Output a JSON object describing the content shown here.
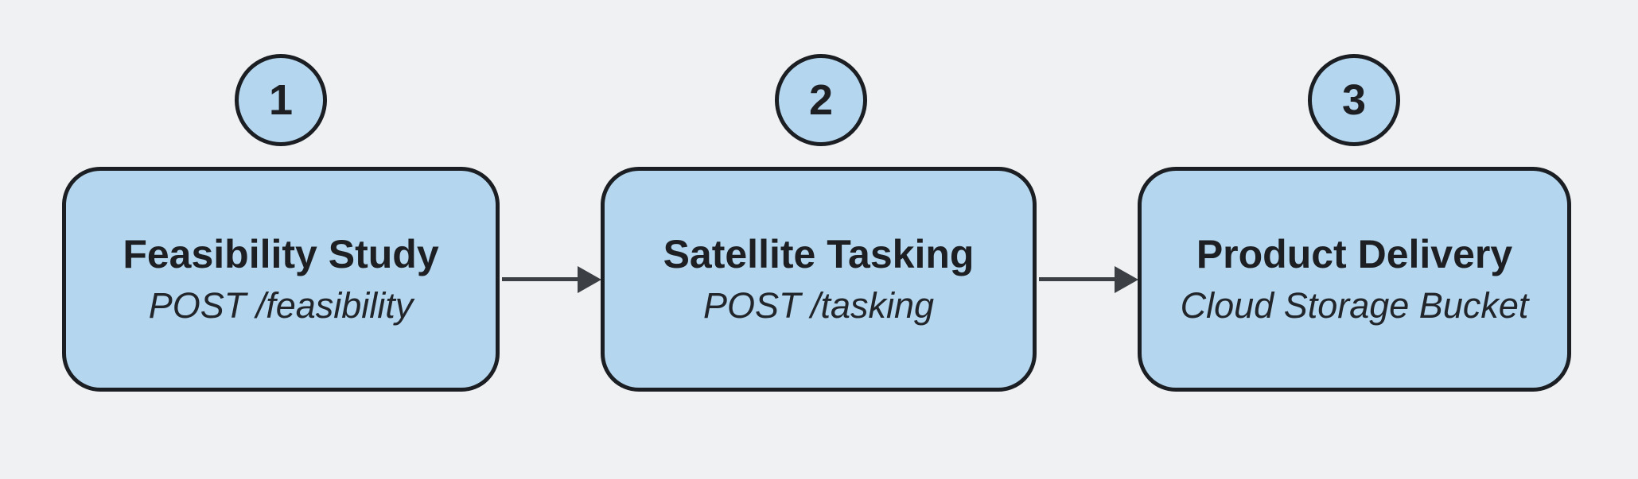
{
  "diagram": {
    "type": "flowchart",
    "direction": "left-to-right",
    "colors": {
      "background": "#f0f1f2",
      "node_fill": "#b4d7ef",
      "node_border": "#1b1e22",
      "text": "#1d1f23",
      "arrow": "#3c3f43"
    },
    "steps": [
      {
        "number": "1",
        "title": "Feasibility Study",
        "subtitle": "POST /feasibility"
      },
      {
        "number": "2",
        "title": "Satellite Tasking",
        "subtitle": "POST /tasking"
      },
      {
        "number": "3",
        "title": "Product Delivery",
        "subtitle": "Cloud Storage Bucket"
      }
    ],
    "connections": [
      {
        "from": "Feasibility Study",
        "to": "Satellite Tasking"
      },
      {
        "from": "Satellite Tasking",
        "to": "Product Delivery"
      }
    ]
  }
}
